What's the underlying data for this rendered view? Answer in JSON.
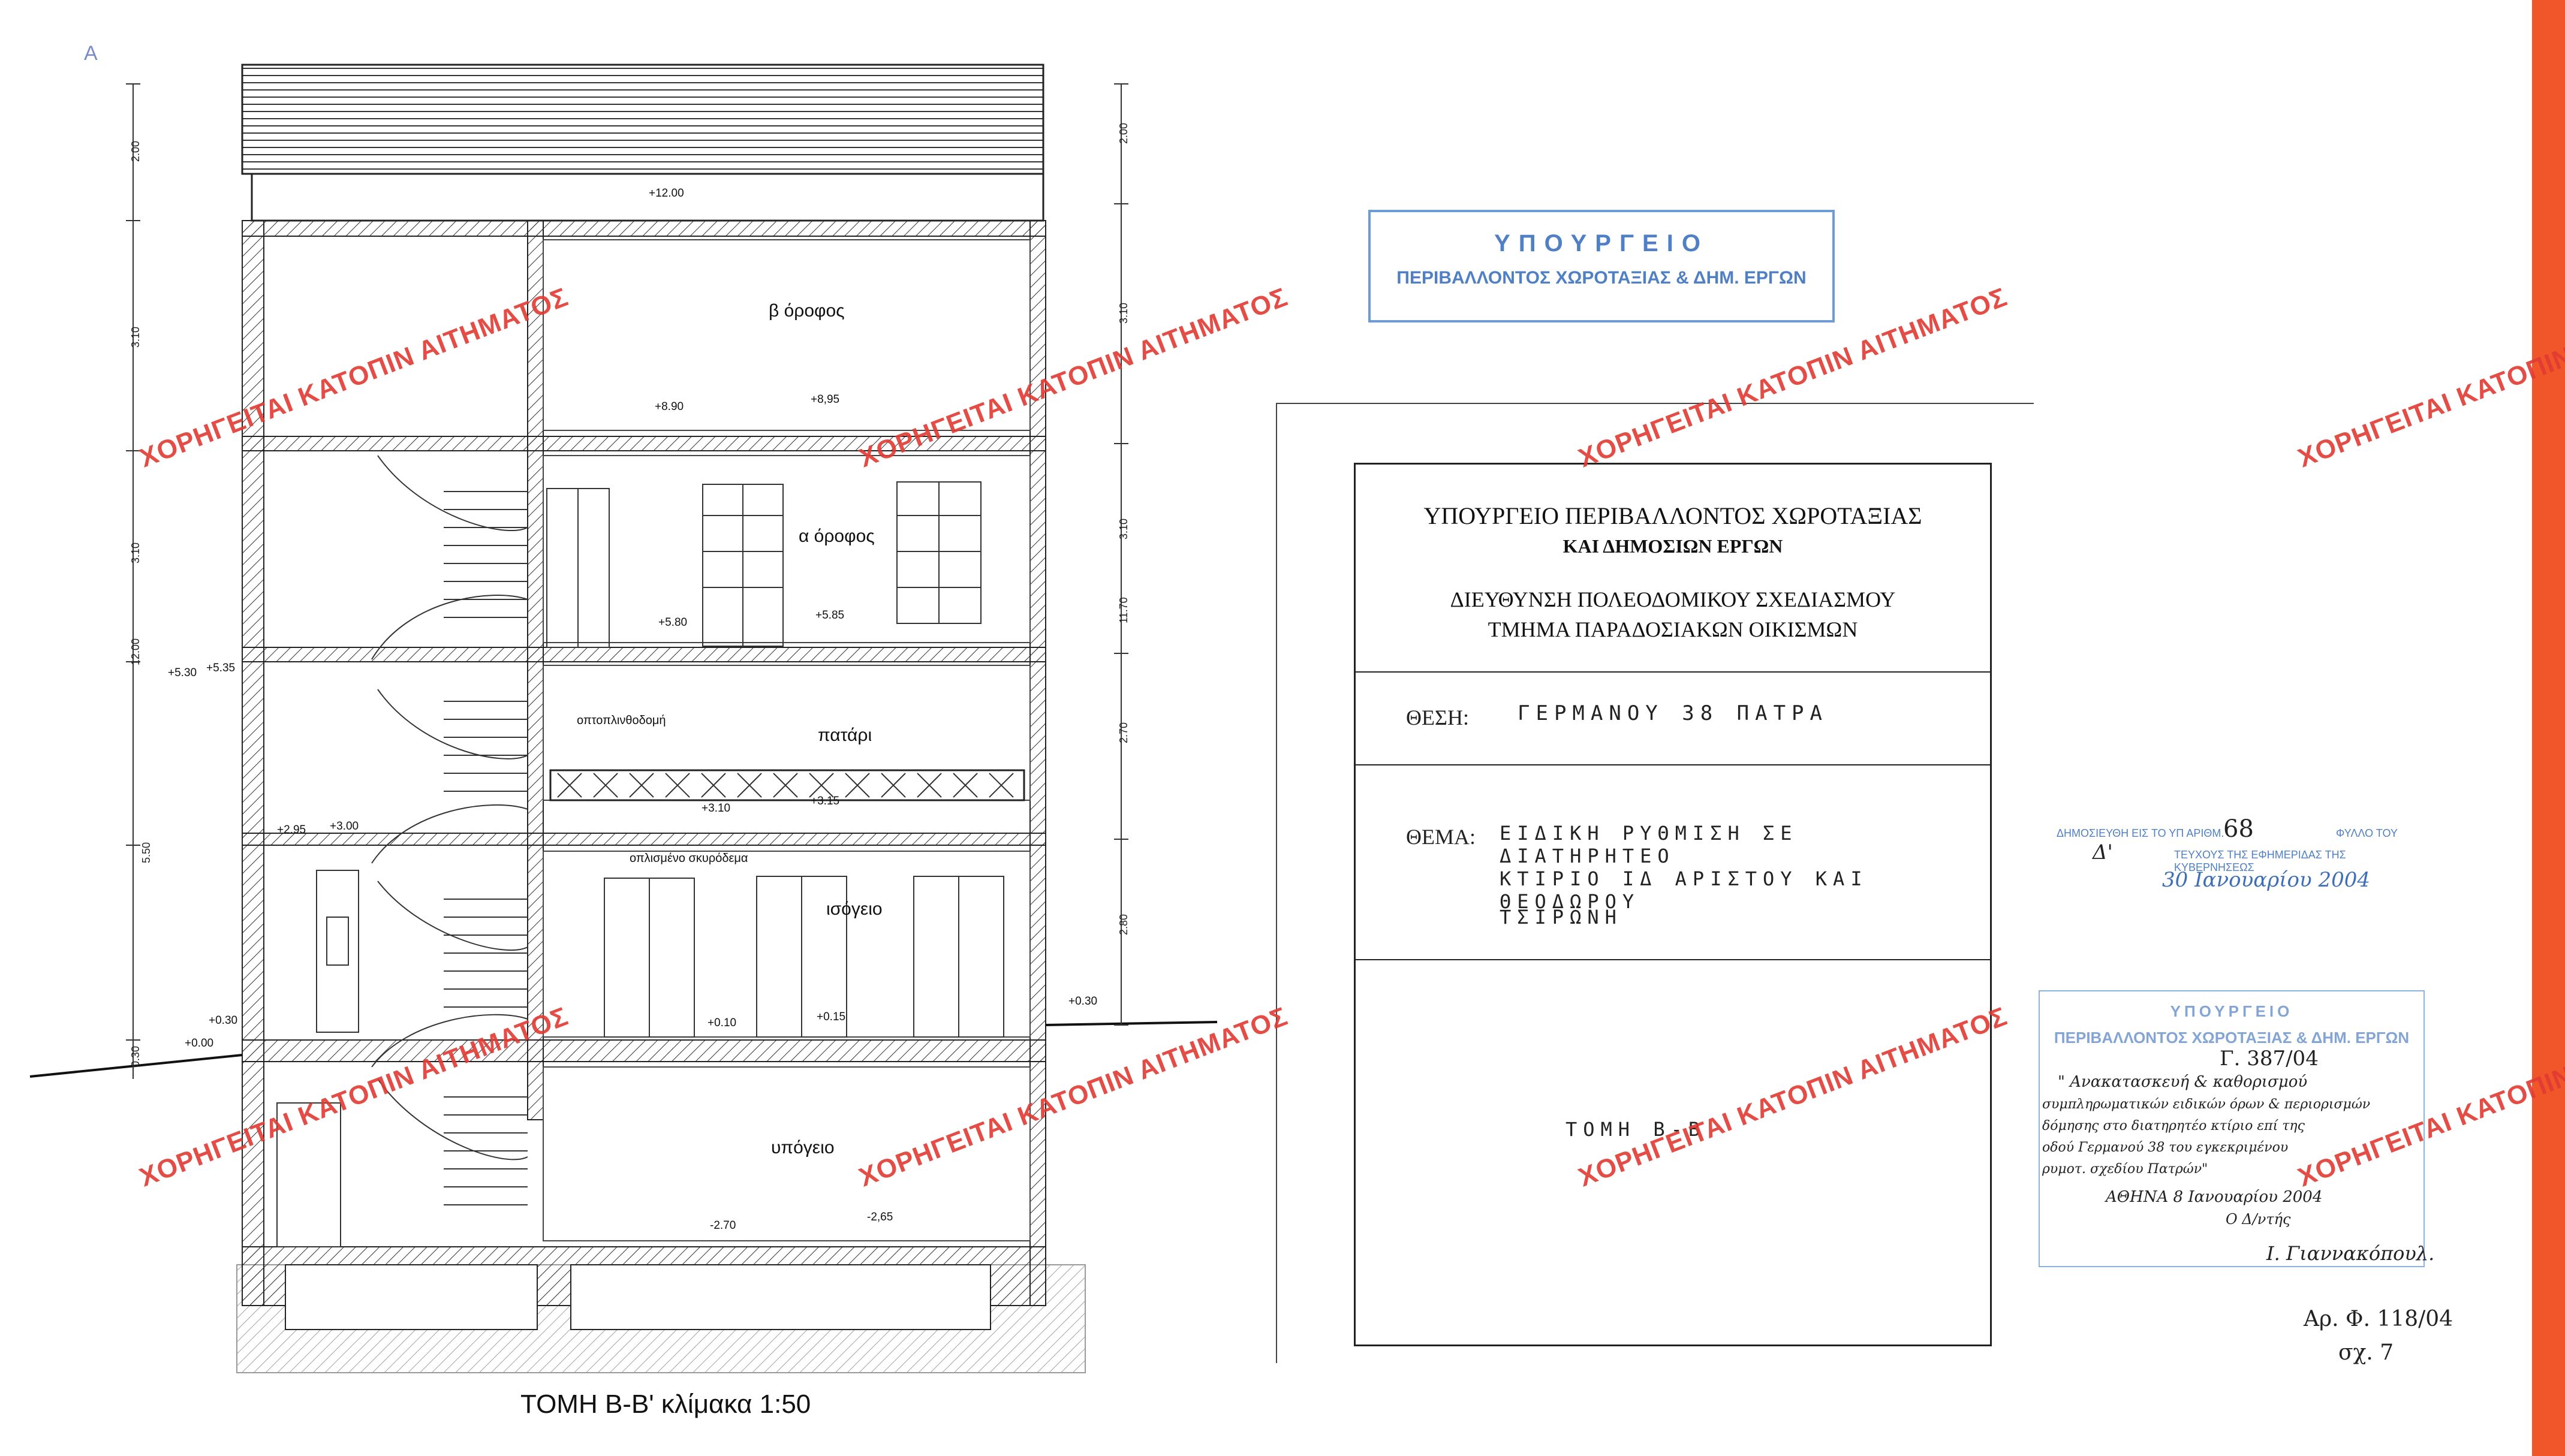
{
  "page_letter": "A",
  "caption": "ΤΟΜΗ Β-Β'  κλίμακα 1:50",
  "rooms": {
    "second_floor": "β όροφος",
    "first_floor": "α όροφος",
    "mezzanine": "πατάρι",
    "ground_floor": "ισόγειο",
    "basement": "υπόγειο"
  },
  "notes": {
    "brick": "οπτοπλινθοδομή",
    "concrete": "οπλισμένο σκυρόδεμα"
  },
  "levels": [
    "+12.00",
    "+8.90",
    "+8,95",
    "+5.80",
    "+5.85",
    "+5.30",
    "+5.35",
    "+3.10",
    "+3.15",
    "+2.95",
    "+3.00",
    "+0.30",
    "+0.00",
    "+0.10",
    "+0.15",
    "+0.30",
    "-2.70",
    "-2,65"
  ],
  "left_dims": [
    "2.00",
    "3.10",
    "3.10",
    "12.00",
    "5.50",
    "0.30"
  ],
  "right_dims": [
    "2.00",
    "3.10",
    "3.10",
    "11.70",
    "2.70",
    "2.80"
  ],
  "watermark": "ΧΟΡΗΓΕΙΤΑΙ ΚΑΤΟΠΙΝ ΑΙΤΗΜΑΤΟΣ",
  "stamp_top": {
    "line1": "ΥΠΟΥΡΓΕΙΟ",
    "line2": "ΠΕΡΙΒΑΛΛΟΝΤΟΣ ΧΩΡΟΤΑΞΙΑΣ & ΔΗΜ. ΕΡΓΩΝ"
  },
  "title_block": {
    "ministry_line1": "ΥΠΟΥΡΓΕΙΟ ΠΕΡΙΒΑΛΛΟΝΤΟΣ ΧΩΡΟΤΑΞΙΑΣ",
    "ministry_line2": "ΚΑΙ ΔΗΜΟΣΙΩΝ ΕΡΓΩΝ",
    "direction_line1": "ΔΙΕΥΘΥΝΣΗ ΠΟΛΕΟΔΟΜΙΚΟΥ ΣΧΕΔΙΑΣΜΟΥ",
    "direction_line2": "ΤΜΗΜΑ ΠΑΡΑΔΟΣΙΑΚΩΝ ΟΙΚΙΣΜΩΝ",
    "location_label": "ΘΕΣΗ:",
    "location_value": "ΓΕΡΜΑΝΟΥ 38  ΠΑΤΡΑ",
    "subject_label": "ΘΕΜΑ:",
    "subject_line1": "ΕΙΔΙΚΗ ΡΥΘΜΙΣΗ ΣΕ ΔΙΑΤΗΡΗΤΕΟ",
    "subject_line2": "ΚΤΙΡΙΟ ΙΔ ΑΡΙΣΤΟΥ ΚΑΙ ΘΕΟΔΩΡΟΥ",
    "subject_line3": "ΤΣΙΡΩΝΗ",
    "drawing_name": "ΤΟΜΗ Β-Β"
  },
  "gazette_stamp": {
    "line1_prefix": "ΔΗΜΟΣΙΕΥΘΗ ΕΙΣ ΤΟ ΥΠ ΑΡΙΘΜ.",
    "number": "68",
    "line1_suffix": "ΦΥΛΛΟ ΤΟΥ",
    "issue": "Δ'",
    "line2": "ΤΕΥΧΟΥΣ ΤΗΣ ΕΦΗΜΕΡΙΔΑΣ ΤΗΣ ΚΥΒΕΡΝΗΣΕΩΣ",
    "date": "30 Ιανουαρίου 2004"
  },
  "approval": {
    "stamp_line1": "ΥΠΟΥΡΓΕΙΟ",
    "stamp_line2": "ΠΕΡΙΒΑΛΛΟΝΤΟΣ ΧΩΡΟΤΑΞΙΑΣ & ΔΗΜ. ΕΡΓΩΝ",
    "ref_number": "Γ. 387/04",
    "text1": "\" Ανακατασκευή & καθορισμού",
    "text2": "συμπληρωματικών ειδικών όρων & περιορισμών",
    "text3": "δόμησης στο διατηρητέο κτίριο επί της",
    "text4": "οδού Γερμανού 38 του εγκεκριμένου",
    "text5": "ρυμοτ. σχεδίου Πατρών\"",
    "place_date": "ΑΘΗΝΑ  8 Ιανουαρίου 2004",
    "role": "Ο Δ/ντής",
    "signature": "Ι. Γιαννακόπουλ."
  },
  "file_ref": {
    "line1": "Αρ. Φ. 118/04",
    "line2": "σχ. 7"
  }
}
